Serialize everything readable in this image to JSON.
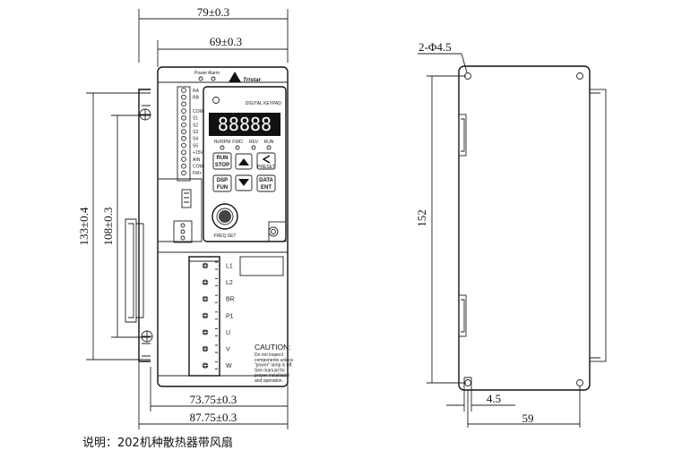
{
  "front_view": {
    "dim_top_outer": "79±0.3",
    "dim_top_inner": "69±0.3",
    "dim_left_outer": "133±0.4",
    "dim_left_inner": "108±0.3",
    "dim_bottom_inner": "73.75±0.3",
    "dim_bottom_outer": "87.75±0.3",
    "indicator_labels": [
      "Power",
      "Alarm"
    ],
    "brand": "Tristar",
    "control_terminals": [
      "RA",
      "RB",
      "",
      "COM",
      "S1",
      "S2",
      "S3",
      "S4",
      "S5",
      "+15V",
      "AIN",
      "COM",
      "FM+"
    ],
    "keypad": {
      "title": "DIGITAL KEYPAD",
      "display": "88888",
      "leds": [
        "Hz/RPM",
        "FWD",
        "REV",
        "RUN"
      ],
      "keys": {
        "run_stop_top": "RUN",
        "run_stop_bottom": "STOP",
        "preset": "PRESET",
        "dsp_top": "DSP",
        "dsp_bottom": "FUN",
        "data_top": "DATA",
        "data_bottom": "ENT"
      },
      "knob_label": "FREQ.SET"
    },
    "power_terminals": [
      "L1",
      "L2",
      "BR",
      "P1",
      "U",
      "V",
      "W"
    ],
    "caution": {
      "title": "CAUTION:",
      "lines": [
        "Do not inspect",
        "components unless",
        "\"power\" lamp is off.",
        "See manual for",
        "proper installation",
        "and operation."
      ]
    }
  },
  "side_view": {
    "hole_label": "2-Φ4.5",
    "dim_height": "152",
    "dim_slot": "4.5",
    "dim_width": "59"
  },
  "caption": "说明：202机种散热器带风扇"
}
